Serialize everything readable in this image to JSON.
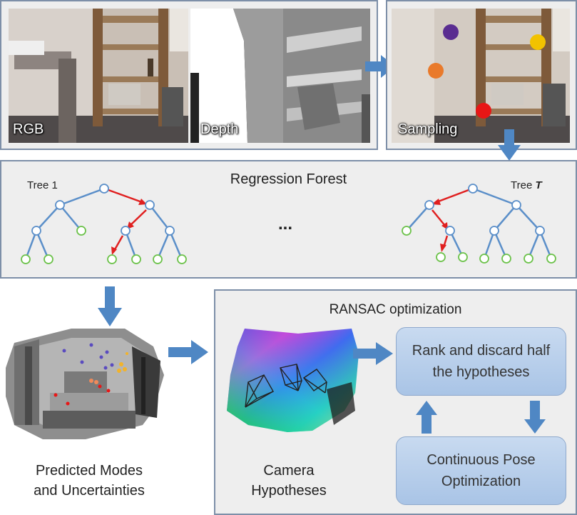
{
  "images": {
    "rgb_label": "RGB",
    "depth_label": "Depth",
    "sampling_label": "Sampling"
  },
  "forest": {
    "title": "Regression Forest",
    "tree_first_label": "Tree 1",
    "tree_last_label_prefix": "Tree ",
    "tree_last_label_var": "T",
    "ellipsis": "..."
  },
  "ransac": {
    "title": "RANSAC optimization",
    "rank_box": "Rank and discard half the hypotheses",
    "pose_box": "Continuous Pose Optimization"
  },
  "captions": {
    "modes_line1": "Predicted Modes",
    "modes_line2": "and Uncertainties",
    "camera_line1": "Camera",
    "camera_line2": "Hypotheses"
  },
  "colors": {
    "arrow": "#4f87c4",
    "panel_border": "#7d8fa8",
    "tree_edge": "#5b8fc9",
    "tree_path": "#e02020",
    "leaf_node": "#6cc24a",
    "sample_purple": "#5a2d91",
    "sample_yellow": "#f2c200",
    "sample_orange": "#e97a2b",
    "sample_red": "#e81616"
  }
}
